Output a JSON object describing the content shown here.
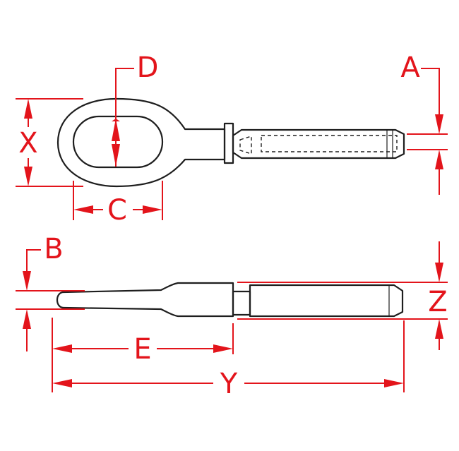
{
  "labels": {
    "a": "A",
    "b": "B",
    "c": "C",
    "d": "D",
    "e": "E",
    "x": "X",
    "y": "Y",
    "z": "Z"
  },
  "colors": {
    "dimension": "#e3141b",
    "outline": "#1e1e1e"
  }
}
